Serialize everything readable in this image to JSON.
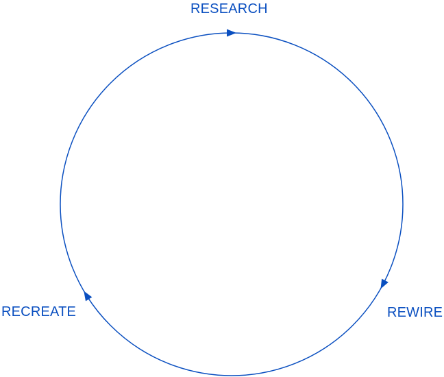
{
  "diagram": {
    "color": "#0a4fc0",
    "direction": "clockwise",
    "stages": [
      {
        "label": "RESEARCH",
        "angle_deg": -90
      },
      {
        "label": "REWIRE",
        "angle_deg": 28
      },
      {
        "label": "RECREATE",
        "angle_deg": 148
      }
    ]
  }
}
